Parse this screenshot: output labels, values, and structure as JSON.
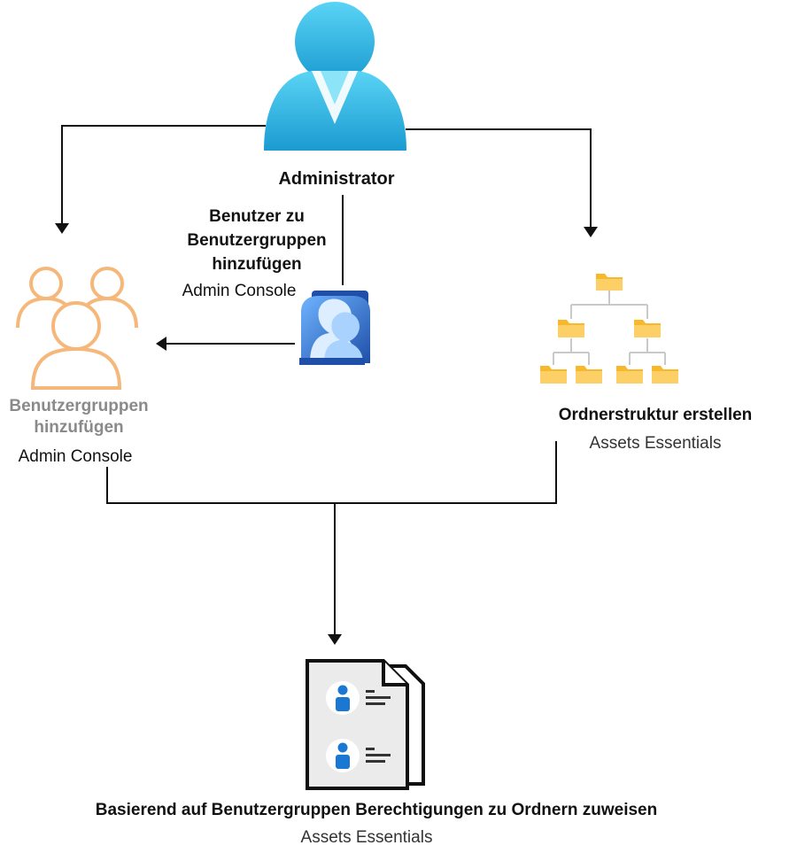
{
  "nodes": {
    "administrator": {
      "label": "Administrator"
    },
    "add_users": {
      "label": "Benutzer zu\nBenutzergruppen\nhinzufügen",
      "tool": "Admin Console"
    },
    "user_groups": {
      "label": "Benutzergruppen\nhinzufügen",
      "tool": "Admin Console"
    },
    "folder_structure": {
      "label": "Ordnerstruktur erstellen",
      "tool": "Assets Essentials"
    },
    "permissions": {
      "label": "Basierend auf Benutzergruppen Berechtigungen zu Ordnern zuweisen",
      "tool": "Assets Essentials"
    }
  },
  "icons": {
    "administrator": "person-icon",
    "add_users": "users-badge-icon",
    "user_groups": "user-group-icon",
    "folder_structure": "folder-tree-icon",
    "permissions": "user-documents-icon"
  },
  "colors": {
    "admin_icon": "#29b6e6",
    "group_icon": "#f5b87a",
    "folder": "#f7b92b",
    "folder_line": "#c9c9c9",
    "connector": "#111111",
    "badge_blue": "#1f4fa8",
    "doc_person": "#1a78d2",
    "muted_label": "#8a8a8a"
  }
}
